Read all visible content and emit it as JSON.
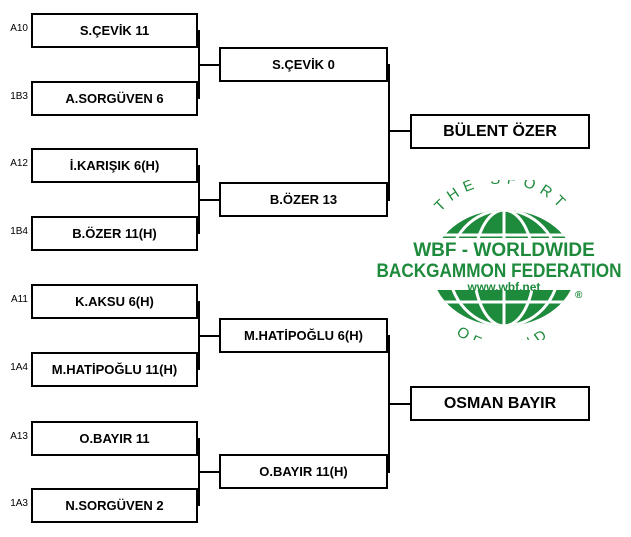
{
  "round1": [
    {
      "seed": "A10",
      "text": "S.ÇEVİK  11"
    },
    {
      "seed": "1B3",
      "text": "A.SORGÜVEN  6"
    },
    {
      "seed": "A12",
      "text": "İ.KARIŞIK  6(H)"
    },
    {
      "seed": "1B4",
      "text": "B.ÖZER  11(H)"
    },
    {
      "seed": "A11",
      "text": "K.AKSU  6(H)"
    },
    {
      "seed": "1A4",
      "text": "M.HATİPOĞLU  11(H)"
    },
    {
      "seed": "A13",
      "text": "O.BAYIR  11"
    },
    {
      "seed": "1A3",
      "text": "N.SORGÜVEN  2"
    }
  ],
  "round2": [
    {
      "text": "S.ÇEVİK  0"
    },
    {
      "text": "B.ÖZER  13"
    },
    {
      "text": "M.HATİPOĞLU  6(H)"
    },
    {
      "text": "O.BAYIR  11(H)"
    }
  ],
  "finalists": [
    {
      "text": "BÜLENT ÖZER"
    },
    {
      "text": "OSMAN BAYIR"
    }
  ],
  "logo": {
    "arc_top": "THE SPORT",
    "line1": "WBF - WORLDWIDE",
    "line2": "BACKGAMMON FEDERATION",
    "url": "www.wbf.net",
    "registered": "®",
    "arc_bottom": "OF MIND",
    "color": "#1e8a3c"
  }
}
